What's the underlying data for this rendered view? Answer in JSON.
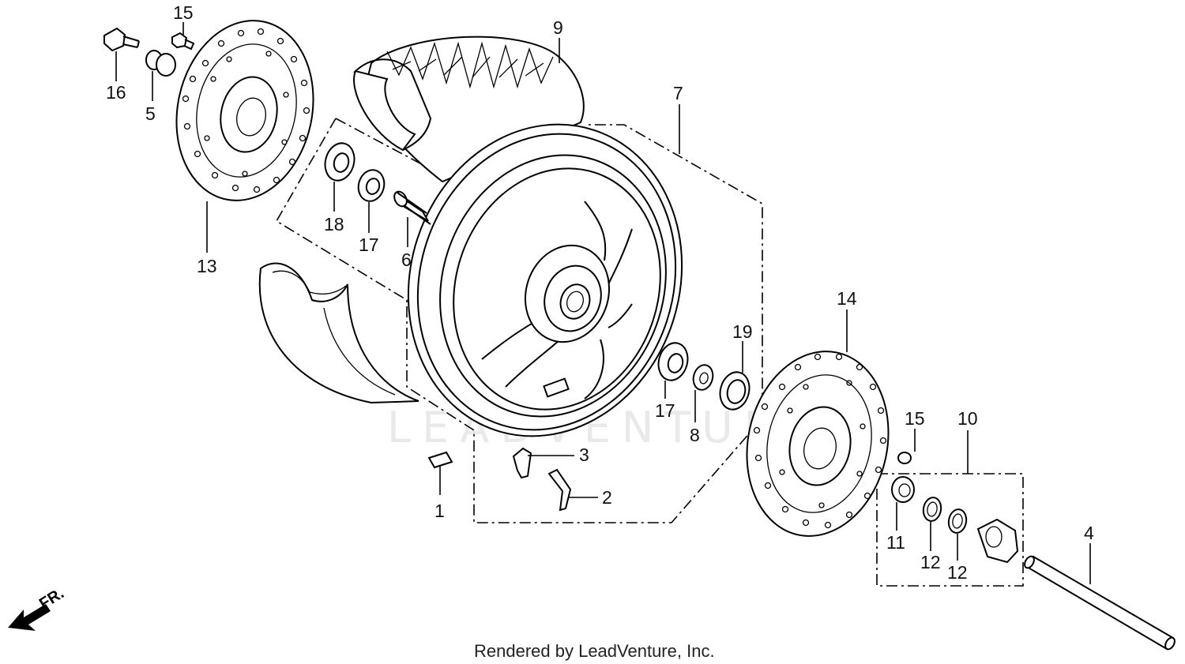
{
  "diagram": {
    "watermark": "LEADVENTURE",
    "footer": "Rendered by LeadVenture, Inc.",
    "direction_label": "FR.",
    "callouts": {
      "c1": "1",
      "c2": "2",
      "c3": "3",
      "c4": "4",
      "c5": "5",
      "c6": "6",
      "c7": "7",
      "c8": "8",
      "c9": "9",
      "c10": "10",
      "c11": "11",
      "c12a": "12",
      "c12b": "12",
      "c13": "13",
      "c14": "14",
      "c15a": "15",
      "c15b": "15",
      "c16": "16",
      "c17a": "17",
      "c17b": "17",
      "c18": "18",
      "c19": "19"
    }
  }
}
